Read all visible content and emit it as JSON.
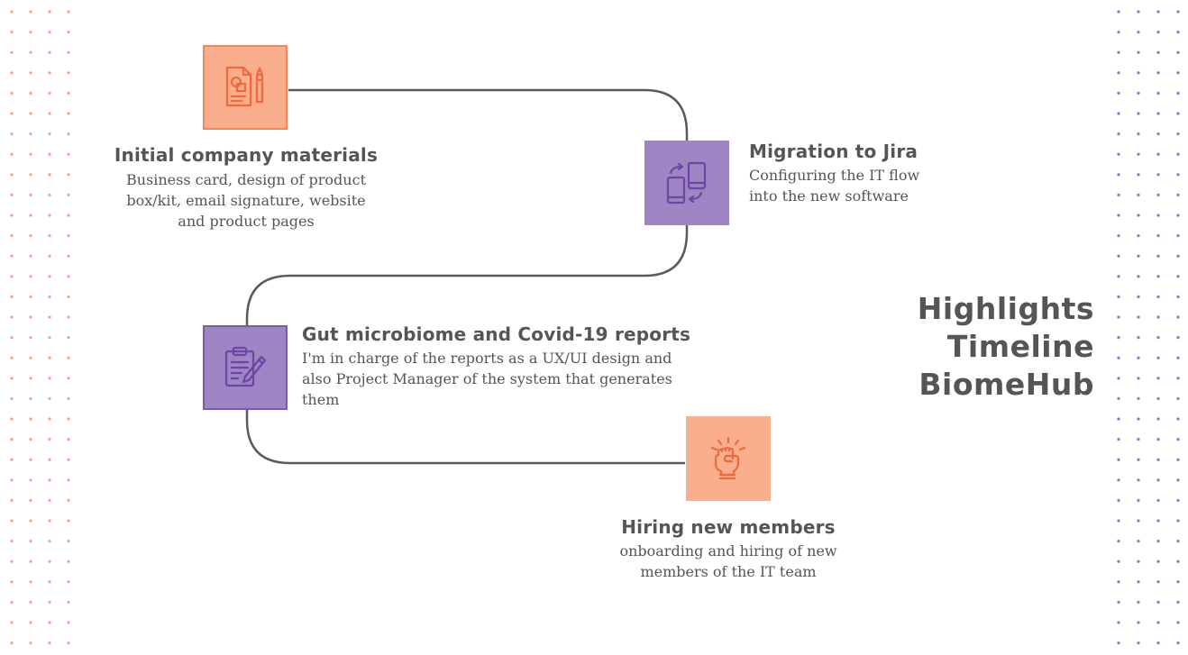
{
  "heading": {
    "lines": [
      "Highlights",
      "Timeline",
      "BiomeHub"
    ]
  },
  "milestones": [
    {
      "title": "Initial company materials",
      "description": [
        "Business card, design of product",
        "box/kit, email signature, website",
        "and product pages"
      ],
      "icon": "document-design-icon",
      "tile_color": "#f9ae8d"
    },
    {
      "title": "Migration to Jira",
      "description": [
        "Configuring the IT flow",
        "into the new software"
      ],
      "icon": "device-sync-icon",
      "tile_color": "#a085c4"
    },
    {
      "title": "Gut microbiome and Covid-19 reports",
      "description": [
        "I'm in charge of the reports as a UX/UI design and",
        "also Project Manager of the system that generates",
        "them"
      ],
      "icon": "report-edit-icon",
      "tile_color": "#a085c4"
    },
    {
      "title": "Hiring new members",
      "description": [
        "onboarding and hiring of new",
        "members of the IT team"
      ],
      "icon": "raised-fist-icon",
      "tile_color": "#f9ae8d"
    }
  ],
  "colors": {
    "orange_dots": "#f4a27c",
    "purple_dots": "#8e6cc9",
    "orange_icon": "#ee6a3a",
    "purple_icon": "#6a46a6",
    "path_line": "#5a5a5a"
  }
}
